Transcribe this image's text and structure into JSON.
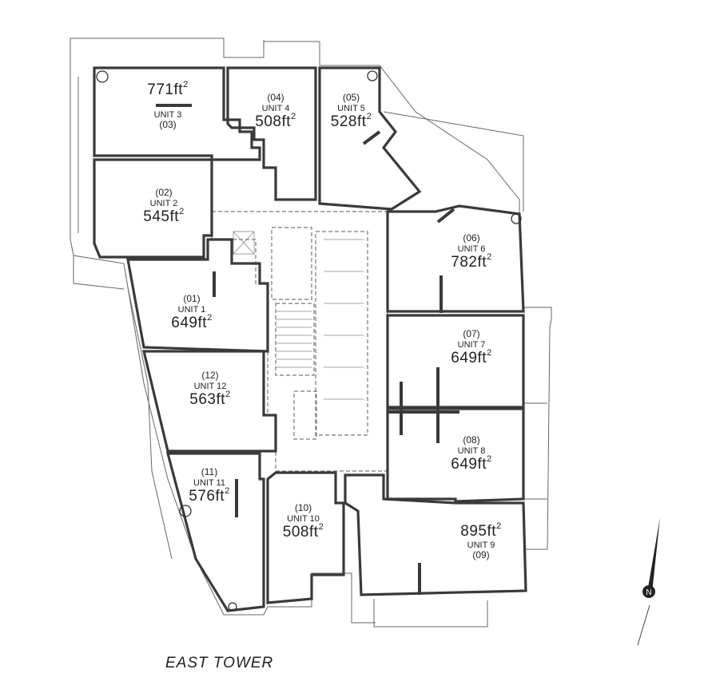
{
  "units": [
    {
      "id": "unit-3",
      "code": "(03)",
      "name": "UNIT 3",
      "area": "771ft",
      "sup": "2"
    },
    {
      "id": "unit-4",
      "code": "(04)",
      "name": "UNIT 4",
      "area": "508ft",
      "sup": "2"
    },
    {
      "id": "unit-5",
      "code": "(05)",
      "name": "UNIT 5",
      "area": "528ft",
      "sup": "2"
    },
    {
      "id": "unit-2",
      "code": "(02)",
      "name": "UNIT 2",
      "area": "545ft",
      "sup": "2"
    },
    {
      "id": "unit-6",
      "code": "(06)",
      "name": "UNIT 6",
      "area": "782ft",
      "sup": "2"
    },
    {
      "id": "unit-1",
      "code": "(01)",
      "name": "UNIT 1",
      "area": "649ft",
      "sup": "2"
    },
    {
      "id": "unit-7",
      "code": "(07)",
      "name": "UNIT 7",
      "area": "649ft",
      "sup": "2"
    },
    {
      "id": "unit-12",
      "code": "(12)",
      "name": "UNIT 12",
      "area": "563ft",
      "sup": "2"
    },
    {
      "id": "unit-8",
      "code": "(08)",
      "name": "UNIT 8",
      "area": "649ft",
      "sup": "2"
    },
    {
      "id": "unit-11",
      "code": "(11)",
      "name": "UNIT 11",
      "area": "576ft",
      "sup": "2"
    },
    {
      "id": "unit-10",
      "code": "(10)",
      "name": "UNIT 10",
      "area": "508ft",
      "sup": "2"
    },
    {
      "id": "unit-9",
      "code": "(09)",
      "name": "UNIT 9",
      "area": "895ft",
      "sup": "2"
    }
  ],
  "tower_label": "EAST TOWER",
  "north_arrow_letter": "N",
  "colors": {
    "wall": "#3a3a3a",
    "line": "#555555",
    "dash": "#777777"
  }
}
